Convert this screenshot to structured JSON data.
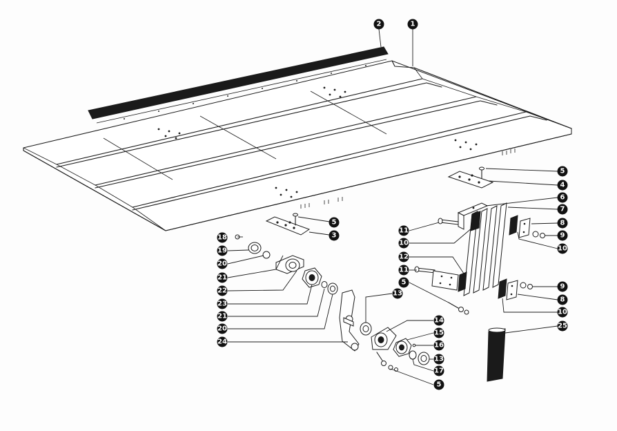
{
  "callouts": [
    {
      "id": "c1",
      "label": "1"
    },
    {
      "id": "c2",
      "label": "2"
    },
    {
      "id": "c3",
      "label": "3"
    },
    {
      "id": "c4",
      "label": "4"
    },
    {
      "id": "c5a",
      "label": "5"
    },
    {
      "id": "c5b",
      "label": "5"
    },
    {
      "id": "c5c",
      "label": "5"
    },
    {
      "id": "c5d",
      "label": "5"
    },
    {
      "id": "c6",
      "label": "6"
    },
    {
      "id": "c7",
      "label": "7"
    },
    {
      "id": "c8a",
      "label": "8"
    },
    {
      "id": "c8b",
      "label": "8"
    },
    {
      "id": "c9a",
      "label": "9"
    },
    {
      "id": "c9b",
      "label": "9"
    },
    {
      "id": "c10a",
      "label": "10"
    },
    {
      "id": "c10b",
      "label": "10"
    },
    {
      "id": "c10c",
      "label": "10"
    },
    {
      "id": "c11a",
      "label": "11"
    },
    {
      "id": "c11b",
      "label": "11"
    },
    {
      "id": "c12",
      "label": "12"
    },
    {
      "id": "c13a",
      "label": "13"
    },
    {
      "id": "c13b",
      "label": "13"
    },
    {
      "id": "c14",
      "label": "14"
    },
    {
      "id": "c15",
      "label": "15"
    },
    {
      "id": "c16",
      "label": "16"
    },
    {
      "id": "c17",
      "label": "17"
    },
    {
      "id": "c18",
      "label": "18"
    },
    {
      "id": "c19",
      "label": "19"
    },
    {
      "id": "c20a",
      "label": "20"
    },
    {
      "id": "c20b",
      "label": "20"
    },
    {
      "id": "c21a",
      "label": "21"
    },
    {
      "id": "c21b",
      "label": "21"
    },
    {
      "id": "c22",
      "label": "22"
    },
    {
      "id": "c23",
      "label": "23"
    },
    {
      "id": "c24",
      "label": "24"
    },
    {
      "id": "c25",
      "label": "25"
    }
  ]
}
